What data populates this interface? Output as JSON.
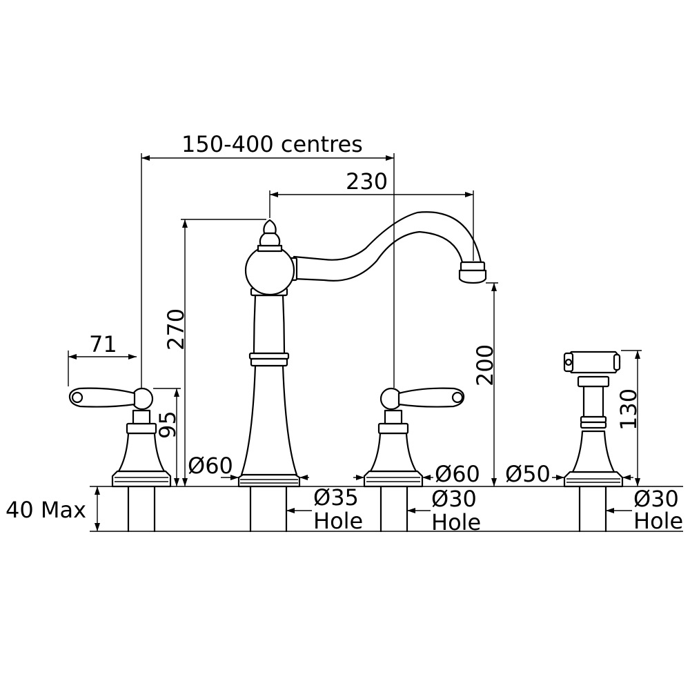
{
  "dimensions": {
    "centres": "150-400 centres",
    "spout_reach": "230",
    "overall_height": "270",
    "spout_height": "200",
    "handle_width": "71",
    "handle_height": "95",
    "spray_height": "130",
    "max_thickness": "40 Max",
    "base_left": "Ø60",
    "base_right": "Ø60",
    "base_spray": "Ø50",
    "hole_spout": "Ø35",
    "hole_handle": "Ø30",
    "hole_spray": "Ø30",
    "hole_word_spout": "Hole",
    "hole_word_handle": "Hole",
    "hole_word_spray": "Hole"
  }
}
